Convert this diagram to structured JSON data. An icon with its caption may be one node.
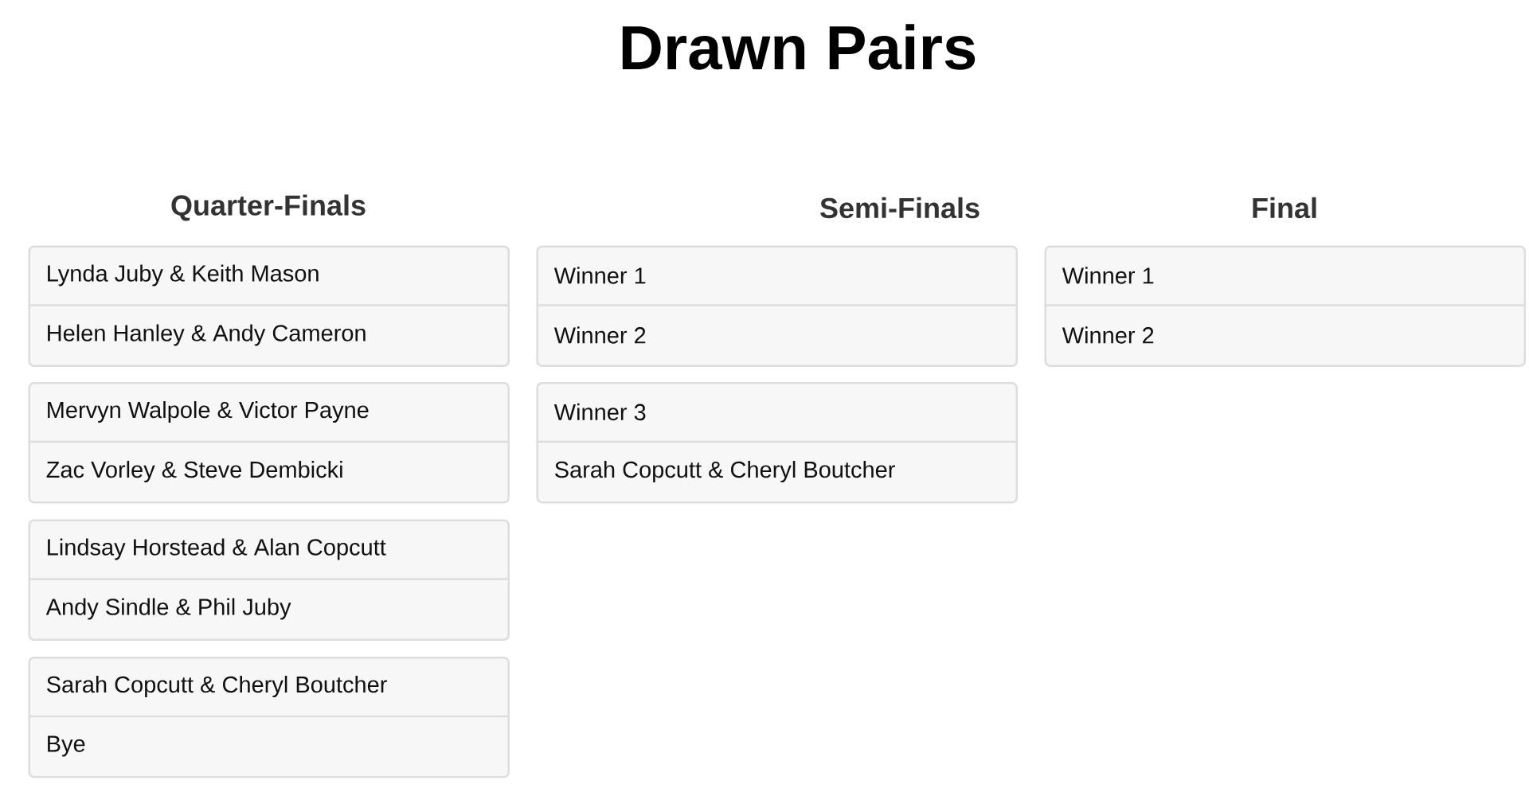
{
  "diagram": {
    "title": "Drawn Pairs",
    "nodes": [
      {
        "text": [
          "Lynda Juby & Keith Mason",
          "Helen Hanley & Andy Cameron"
        ]
      },
      {
        "text": [
          "Mervyn Walpole & Victor Payne",
          "Zac Vorley & Steve Dembicki"
        ]
      },
      {
        "text": [
          "Lindsay Horstead & Alan Copcutt",
          "Andy Sindle & Phil Juby"
        ]
      },
      {
        "text": [
          "Sarah Copcutt & Cheryl Boutcher",
          "Bye"
        ]
      },
      {
        "text": [
          "Winner 1",
          "Winner 2"
        ]
      },
      {
        "text": [
          "Winner 3",
          "Sarah Copcutt & Cheryl Boutcher"
        ]
      },
      {
        "text": [
          "Winner 1",
          "Winner 2"
        ]
      }
    ],
    "labels": [
      "Quarter-Finals",
      "Semi-Finals",
      "Final"
    ]
  }
}
